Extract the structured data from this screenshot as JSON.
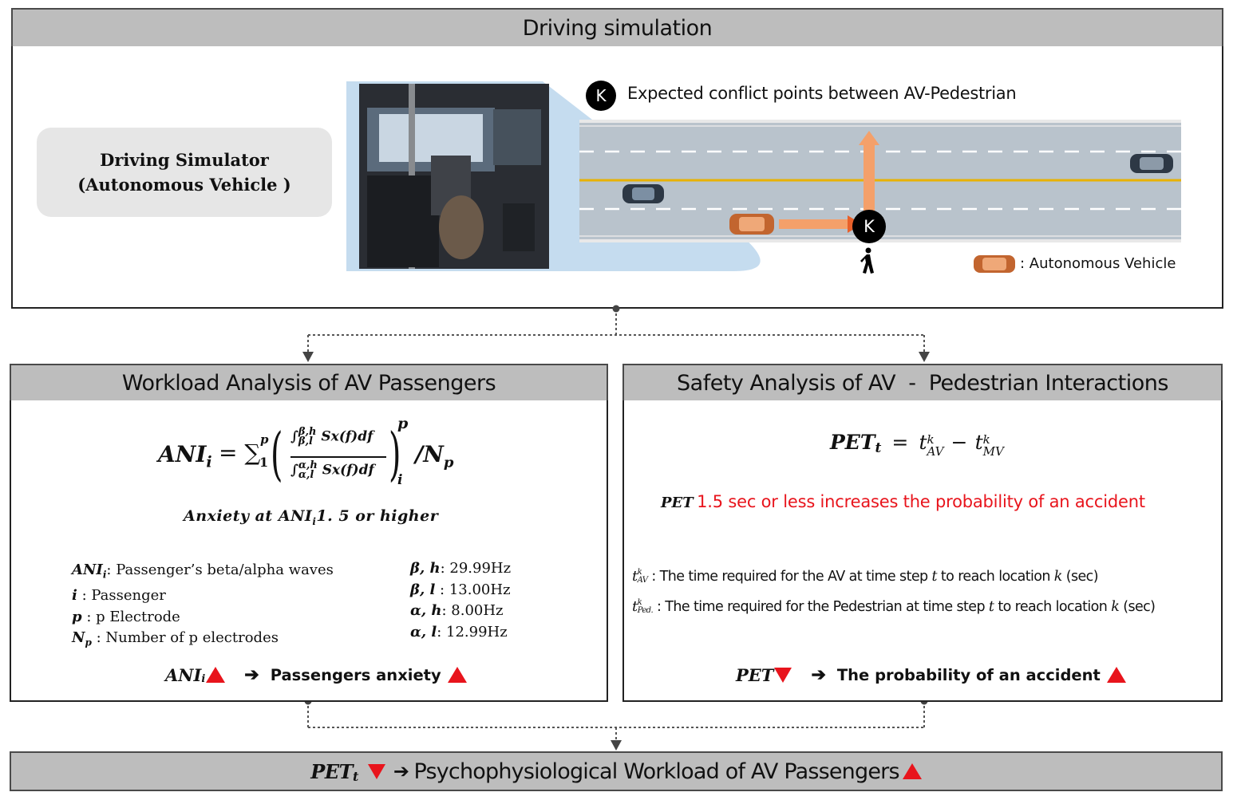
{
  "top": {
    "title": "Driving simulation",
    "simulator_label_line1": "Driving Simulator",
    "simulator_label_line2": "(Autonomous Vehicle )",
    "legend_conflict_marker": "K",
    "legend_conflict_text": "Expected conflict points between AV-Pedestrian",
    "conflict_marker": "K",
    "legend_av_text": ": Autonomous Vehicle"
  },
  "left": {
    "title": "Workload Analysis of AV Passengers",
    "formula": {
      "lhs": "ANI",
      "lhs_sub": "i",
      "eq": "= ∑",
      "sum_sub": "1",
      "sum_sup": "p",
      "num_int_sup": "β,h",
      "num_int_sub": "β,l",
      "num_body": "Sx(f)df",
      "den_int_sup": "α,h",
      "den_int_sub": "α,l",
      "den_body": "Sx(f)df",
      "outer_sup": "p",
      "outer_sub": "i",
      "tail": "/N",
      "tail_sub": "p"
    },
    "threshold": {
      "prefix": "Anxiety at ANI",
      "sub": "i",
      "value": "1. 5",
      "suffix": "or higher"
    },
    "defs": [
      {
        "sym": "ANI",
        "sub": "i",
        "text": ": Passenger’s beta/alpha waves"
      },
      {
        "sym": "i",
        "sub": "",
        "text": " : Passenger"
      },
      {
        "sym": "p",
        "sub": "",
        "text": " : p Electrode"
      },
      {
        "sym": "N",
        "sub": "p",
        "text": ": Number of p electrodes"
      }
    ],
    "bands": [
      {
        "sym": "β, h",
        "text": ": 29.99Hz"
      },
      {
        "sym": "β, l",
        "text": " : 13.00Hz"
      },
      {
        "sym": "α, h",
        "text": ": 8.00Hz"
      },
      {
        "sym": "α, l",
        "text": ": 12.99Hz"
      }
    ],
    "conclusion": {
      "sym": "ANI",
      "sub": "i",
      "text": "Passengers anxiety"
    }
  },
  "right": {
    "title": "Safety Analysis of AV  -  Pedestrian Interactions",
    "formula": {
      "lhs": "PET",
      "lhs_sub": "t",
      "eq": "=",
      "t1": "t",
      "t1_sup": "k",
      "t1_sub": "AV",
      "minus": "−",
      "t2": "t",
      "t2_sup": "k",
      "t2_sub": "MV"
    },
    "threshold": {
      "sym": "PET",
      "text": "1.5 sec or less increases the probability of an accident"
    },
    "defs": [
      {
        "sym": "t",
        "sup": "k",
        "sub": "AV",
        "text_a": ": The time required for the AV at time step ",
        "var1": "t",
        "text_b": " to reach location ",
        "var2": "k",
        "text_c": " (sec)"
      },
      {
        "sym": "t",
        "sup": "k",
        "sub": "Ped.",
        "text_a": ": The time required for the Pedestrian at time step ",
        "var1": "t",
        "text_b": " to reach location ",
        "var2": "k",
        "text_c": " (sec)"
      }
    ],
    "conclusion": {
      "sym": "PET",
      "text": "The probability of an accident"
    }
  },
  "bottom": {
    "sym": "PET",
    "sub": "t",
    "text": "Psychophysiological Workload of AV Passengers"
  },
  "colors": {
    "header_bg": "#bdbdbd",
    "accent_red": "#e8141c",
    "road": "#b9c3cc",
    "centerline": "#e8b200",
    "highlight_blue": "#c5dcef",
    "av_orange": "#e87a3c"
  }
}
